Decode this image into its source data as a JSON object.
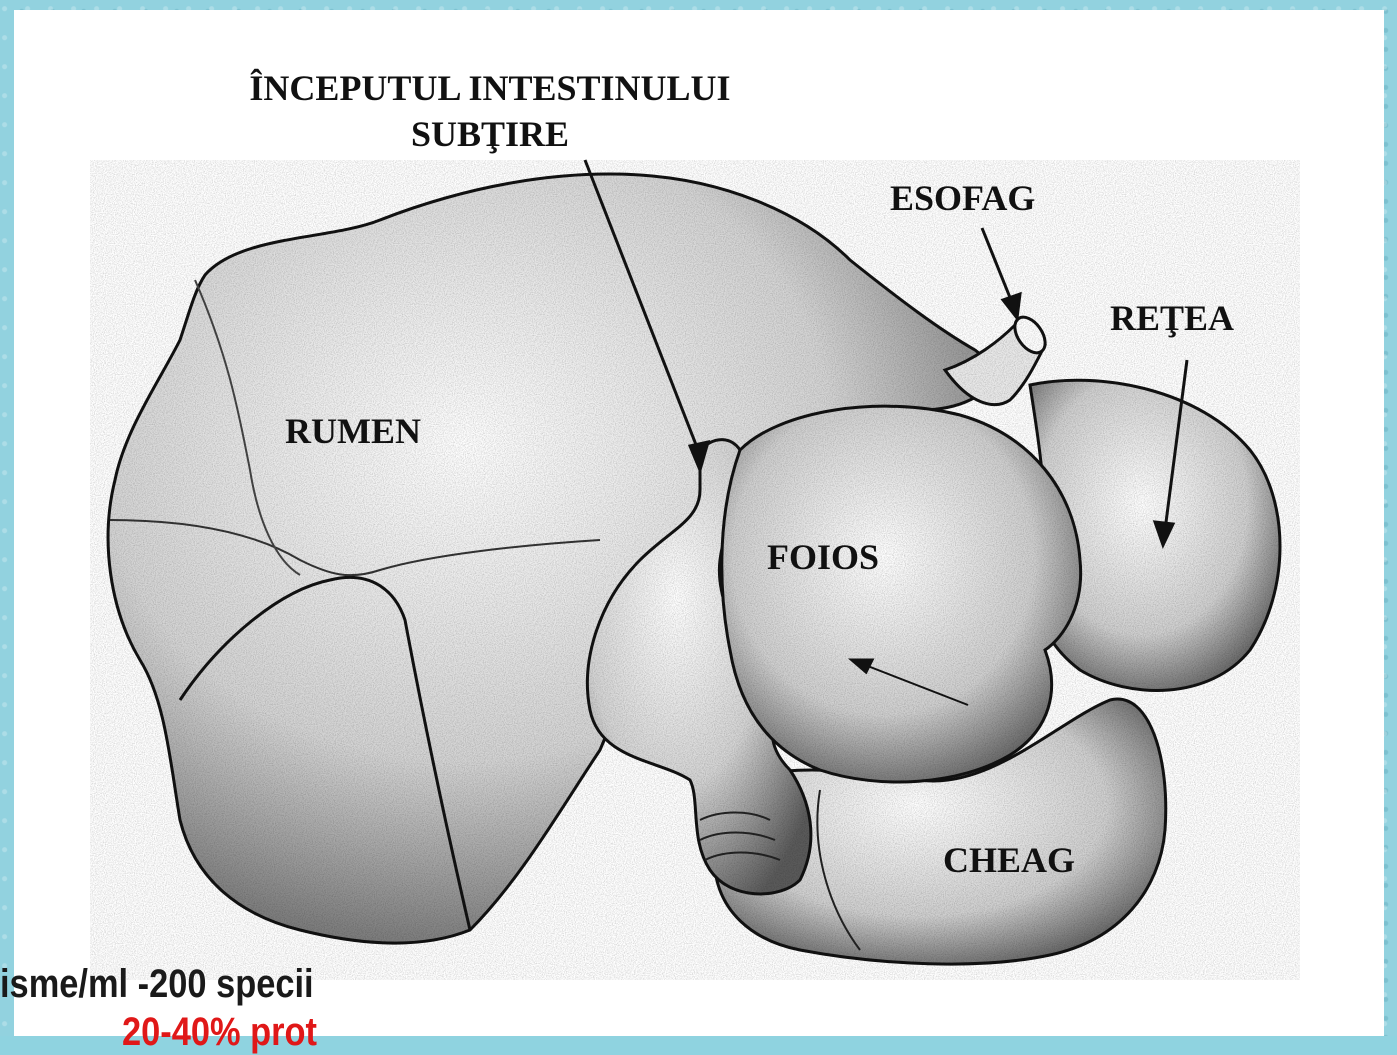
{
  "diagram": {
    "labels": {
      "intestine_line1": "ÎNCEPUTUL INTESTINULUI",
      "intestine_line2": "SUBŢIRE",
      "esophagus": "ESOFAG",
      "reticulum": "REŢEA",
      "rumen": "RUMEN",
      "omasum": "FOIOS",
      "abomasum": "CHEAG"
    }
  },
  "footer": {
    "line1": "isme/ml -200 specii",
    "line2": "20-40% prot"
  },
  "colors": {
    "background": "#92d2df",
    "paper": "#ffffff",
    "ink": "#111111",
    "accent_red": "#e01818"
  }
}
